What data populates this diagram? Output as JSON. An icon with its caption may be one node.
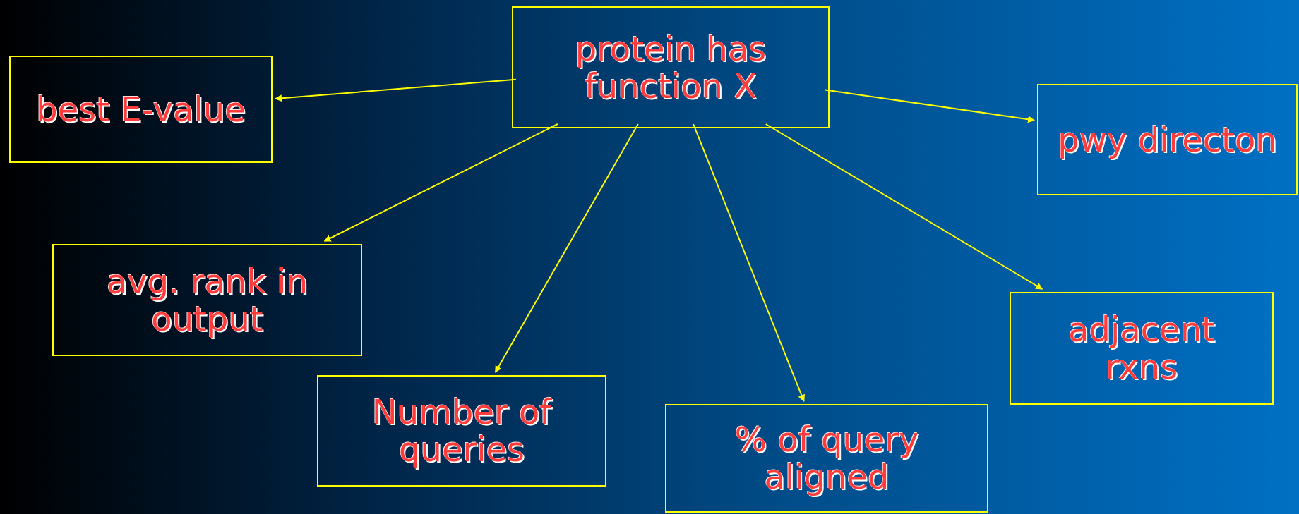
{
  "diagram": {
    "nodes": [
      {
        "text": [
          "protein has function X"
        ]
      },
      {
        "text": [
          "best E-value"
        ]
      },
      {
        "text": [
          "pwy directon"
        ]
      },
      {
        "text": [
          "avg. rank in output"
        ]
      },
      {
        "text": [
          "adjacent rxns"
        ]
      },
      {
        "text": [
          "Number of queries"
        ]
      },
      {
        "text": [
          "% of query aligned"
        ]
      }
    ],
    "edges": [
      {
        "from": 0,
        "to": 1,
        "arrow": "to"
      },
      {
        "from": 0,
        "to": 2,
        "arrow": "to"
      },
      {
        "from": 0,
        "to": 3,
        "arrow": "to"
      },
      {
        "from": 0,
        "to": 4,
        "arrow": "to"
      },
      {
        "from": 0,
        "to": 5,
        "arrow": "to"
      },
      {
        "from": 0,
        "to": 6,
        "arrow": "to"
      }
    ]
  }
}
